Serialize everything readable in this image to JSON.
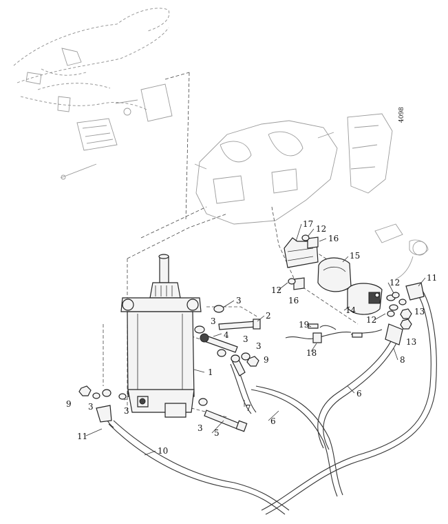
{
  "labels": [
    {
      "id": "1",
      "text": "1"
    },
    {
      "id": "2",
      "text": "2"
    },
    {
      "id": "3a",
      "text": "3"
    },
    {
      "id": "3b",
      "text": "3"
    },
    {
      "id": "3c",
      "text": "3"
    },
    {
      "id": "3d",
      "text": "3"
    },
    {
      "id": "3e",
      "text": "3"
    },
    {
      "id": "3f",
      "text": "3"
    },
    {
      "id": "3g",
      "text": "3"
    },
    {
      "id": "4",
      "text": "4"
    },
    {
      "id": "5",
      "text": "5"
    },
    {
      "id": "6a",
      "text": "6"
    },
    {
      "id": "6b",
      "text": "6"
    },
    {
      "id": "7",
      "text": "7"
    },
    {
      "id": "8",
      "text": "8"
    },
    {
      "id": "9a",
      "text": "9"
    },
    {
      "id": "9b",
      "text": "9"
    },
    {
      "id": "10",
      "text": "10"
    },
    {
      "id": "11a",
      "text": "11"
    },
    {
      "id": "11b",
      "text": "11"
    },
    {
      "id": "12a",
      "text": "12"
    },
    {
      "id": "12b",
      "text": "12"
    },
    {
      "id": "12c",
      "text": "12"
    },
    {
      "id": "12d",
      "text": "12"
    },
    {
      "id": "13a",
      "text": "13"
    },
    {
      "id": "13b",
      "text": "13"
    },
    {
      "id": "14",
      "text": "14"
    },
    {
      "id": "15",
      "text": "15"
    },
    {
      "id": "16a",
      "text": "16"
    },
    {
      "id": "16b",
      "text": "16"
    },
    {
      "id": "17",
      "text": "17"
    },
    {
      "id": "18",
      "text": "18"
    },
    {
      "id": "19",
      "text": "19"
    }
  ],
  "corner_code": "4098"
}
